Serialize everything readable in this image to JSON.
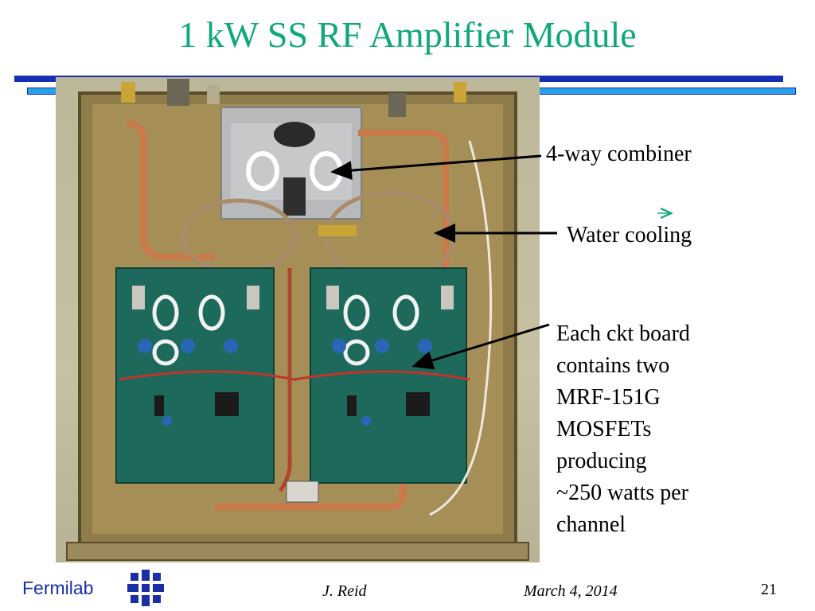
{
  "slide": {
    "title": "1 kW SS RF Amplifier Module",
    "callouts": {
      "combiner": "4-way combiner",
      "water_cooling": "Water cooling",
      "board_lines": [
        "Each ckt board",
        "contains two",
        "MRF-151G",
        "MOSFETs",
        "producing",
        "~250 watts per",
        "channel"
      ]
    },
    "footer": {
      "org": "Fermilab",
      "author": "J. Reid",
      "date": "March 4, 2014",
      "page": "21"
    },
    "colors": {
      "title": "#10a87a",
      "bar_dark": "#1530b4",
      "bar_light": "#2aa0e8",
      "org": "#1a2fa6"
    }
  }
}
